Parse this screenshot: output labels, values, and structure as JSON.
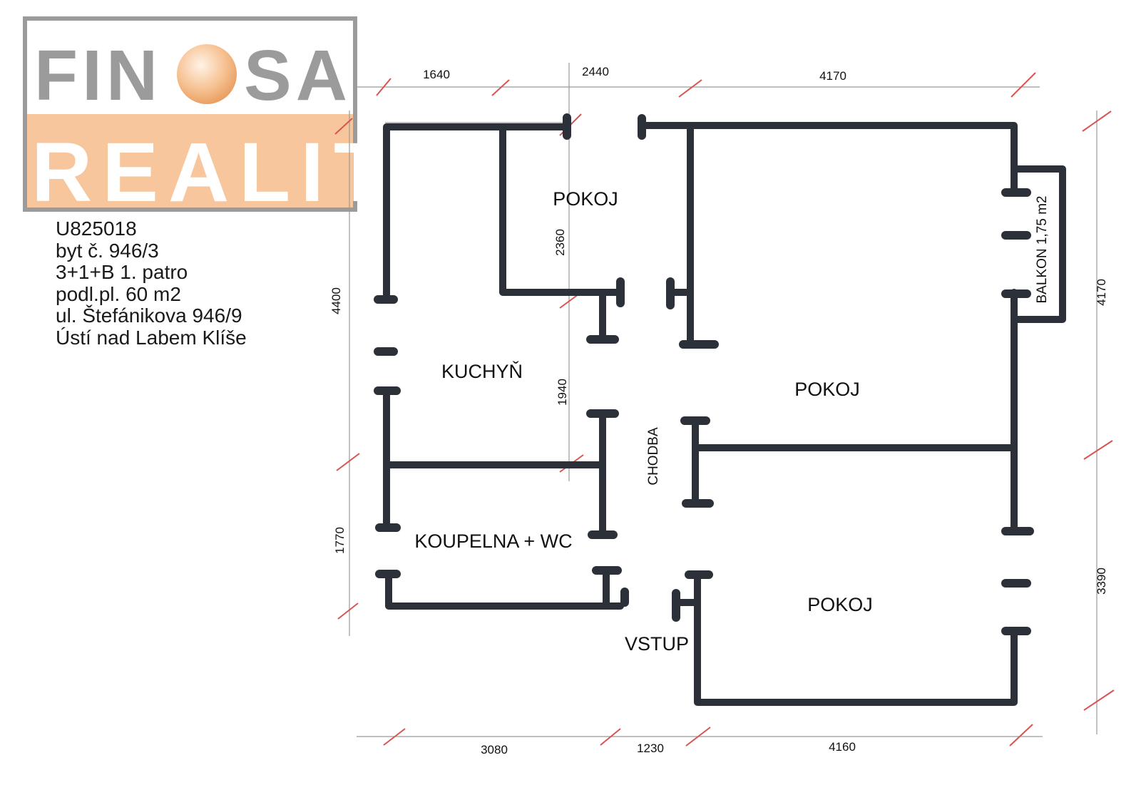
{
  "logo": {
    "brand_top": "FINOSA",
    "brand_bottom": "REALITY",
    "colors": {
      "grey": "#9b9b9b",
      "orange": "#f8c69c",
      "ball": "#f4b27a"
    }
  },
  "info": {
    "lines": [
      "U825018",
      "byt č. 946/3",
      "3+1+B 1. patro",
      "podl.pl. 60 m2",
      "ul. Štefánikova 946/9",
      "Ústí nad Labem Klíše"
    ]
  },
  "rooms": {
    "pokoj_top": "POKOJ",
    "kuchyn": "KUCHYŇ",
    "pokoj_right": "POKOJ",
    "chodba": "CHODBA",
    "koupelna": "KOUPELNA + WC",
    "pokoj_bottom": "POKOJ",
    "vstup": "VSTUP",
    "balkon": "BALKON 1,75 m2"
  },
  "dimensions": {
    "top": [
      "1640",
      "2440",
      "4170"
    ],
    "bottom": [
      "3080",
      "1230",
      "4160"
    ],
    "left": [
      "4400",
      "1770"
    ],
    "right": [
      "4170",
      "3390"
    ],
    "inner": [
      "2360",
      "1940"
    ]
  },
  "colors": {
    "wall": "#2c3139",
    "tick": "#d9534f"
  }
}
